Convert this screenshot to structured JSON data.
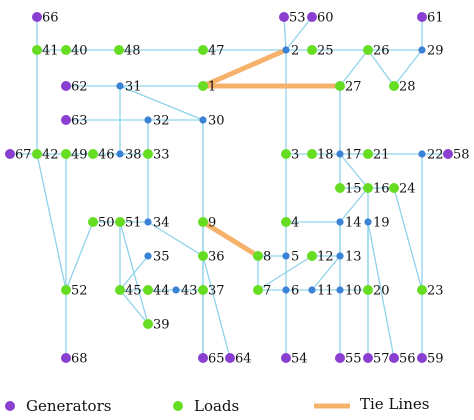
{
  "colors": {
    "generator": "#8a3fd1",
    "load": "#66dd22",
    "junction": "#3a82d6",
    "line": "#8fd3ea",
    "tie": "#f6b26b"
  },
  "legend": {
    "generators": "Generators",
    "loads": "Loads",
    "tie_lines": "Tie Lines"
  },
  "nodes": [
    {
      "id": "1",
      "type": "load"
    },
    {
      "id": "2",
      "type": "junction"
    },
    {
      "id": "3",
      "type": "load"
    },
    {
      "id": "4",
      "type": "load"
    },
    {
      "id": "5",
      "type": "junction"
    },
    {
      "id": "6",
      "type": "junction"
    },
    {
      "id": "7",
      "type": "load"
    },
    {
      "id": "8",
      "type": "load"
    },
    {
      "id": "9",
      "type": "load"
    },
    {
      "id": "10",
      "type": "junction"
    },
    {
      "id": "11",
      "type": "junction"
    },
    {
      "id": "12",
      "type": "load"
    },
    {
      "id": "13",
      "type": "junction"
    },
    {
      "id": "14",
      "type": "junction"
    },
    {
      "id": "15",
      "type": "load"
    },
    {
      "id": "16",
      "type": "load"
    },
    {
      "id": "17",
      "type": "junction"
    },
    {
      "id": "18",
      "type": "load"
    },
    {
      "id": "19",
      "type": "junction"
    },
    {
      "id": "20",
      "type": "load"
    },
    {
      "id": "21",
      "type": "load"
    },
    {
      "id": "22",
      "type": "junction"
    },
    {
      "id": "23",
      "type": "load"
    },
    {
      "id": "24",
      "type": "load"
    },
    {
      "id": "25",
      "type": "load"
    },
    {
      "id": "26",
      "type": "load"
    },
    {
      "id": "27",
      "type": "load"
    },
    {
      "id": "28",
      "type": "load"
    },
    {
      "id": "29",
      "type": "junction"
    },
    {
      "id": "30",
      "type": "junction"
    },
    {
      "id": "31",
      "type": "junction"
    },
    {
      "id": "32",
      "type": "junction"
    },
    {
      "id": "33",
      "type": "load"
    },
    {
      "id": "34",
      "type": "junction"
    },
    {
      "id": "35",
      "type": "junction"
    },
    {
      "id": "36",
      "type": "load"
    },
    {
      "id": "37",
      "type": "load"
    },
    {
      "id": "38",
      "type": "junction"
    },
    {
      "id": "39",
      "type": "load"
    },
    {
      "id": "40",
      "type": "load"
    },
    {
      "id": "41",
      "type": "load"
    },
    {
      "id": "42",
      "type": "load"
    },
    {
      "id": "43",
      "type": "junction"
    },
    {
      "id": "44",
      "type": "load"
    },
    {
      "id": "45",
      "type": "load"
    },
    {
      "id": "46",
      "type": "load"
    },
    {
      "id": "47",
      "type": "load"
    },
    {
      "id": "48",
      "type": "load"
    },
    {
      "id": "49",
      "type": "load"
    },
    {
      "id": "50",
      "type": "load"
    },
    {
      "id": "51",
      "type": "load"
    },
    {
      "id": "52",
      "type": "load"
    },
    {
      "id": "53",
      "type": "generator"
    },
    {
      "id": "54",
      "type": "generator"
    },
    {
      "id": "55",
      "type": "generator"
    },
    {
      "id": "56",
      "type": "generator"
    },
    {
      "id": "57",
      "type": "generator"
    },
    {
      "id": "58",
      "type": "generator"
    },
    {
      "id": "59",
      "type": "generator"
    },
    {
      "id": "60",
      "type": "generator"
    },
    {
      "id": "61",
      "type": "generator"
    },
    {
      "id": "62",
      "type": "generator"
    },
    {
      "id": "63",
      "type": "generator"
    },
    {
      "id": "64",
      "type": "generator"
    },
    {
      "id": "65",
      "type": "generator"
    },
    {
      "id": "66",
      "type": "generator"
    },
    {
      "id": "67",
      "type": "generator"
    },
    {
      "id": "68",
      "type": "generator"
    }
  ],
  "edges": [
    [
      "66",
      "41"
    ],
    [
      "41",
      "42"
    ],
    [
      "42",
      "52"
    ],
    [
      "42",
      "67"
    ],
    [
      "42",
      "49"
    ],
    [
      "49",
      "46"
    ],
    [
      "46",
      "38"
    ],
    [
      "38",
      "33"
    ],
    [
      "49",
      "52"
    ],
    [
      "52",
      "68"
    ],
    [
      "52",
      "50"
    ],
    [
      "50",
      "51"
    ],
    [
      "41",
      "40"
    ],
    [
      "40",
      "48"
    ],
    [
      "48",
      "47"
    ],
    [
      "47",
      "2"
    ],
    [
      "62",
      "31"
    ],
    [
      "31",
      "1"
    ],
    [
      "31",
      "38"
    ],
    [
      "31",
      "30"
    ],
    [
      "63",
      "32"
    ],
    [
      "32",
      "30"
    ],
    [
      "32",
      "33"
    ],
    [
      "33",
      "34"
    ],
    [
      "30",
      "9"
    ],
    [
      "9",
      "65"
    ],
    [
      "9",
      "36"
    ],
    [
      "34",
      "51"
    ],
    [
      "34",
      "36"
    ],
    [
      "36",
      "64"
    ],
    [
      "36",
      "37"
    ],
    [
      "37",
      "43"
    ],
    [
      "37",
      "65"
    ],
    [
      "43",
      "44"
    ],
    [
      "44",
      "45"
    ],
    [
      "45",
      "35"
    ],
    [
      "45",
      "39"
    ],
    [
      "51",
      "45"
    ],
    [
      "51",
      "39"
    ],
    [
      "53",
      "2"
    ],
    [
      "60",
      "2"
    ],
    [
      "2",
      "25"
    ],
    [
      "2",
      "3"
    ],
    [
      "25",
      "26"
    ],
    [
      "26",
      "29"
    ],
    [
      "29",
      "61"
    ],
    [
      "26",
      "27"
    ],
    [
      "26",
      "28"
    ],
    [
      "28",
      "29"
    ],
    [
      "27",
      "17"
    ],
    [
      "3",
      "18"
    ],
    [
      "18",
      "17"
    ],
    [
      "17",
      "21"
    ],
    [
      "21",
      "22"
    ],
    [
      "22",
      "58"
    ],
    [
      "22",
      "23"
    ],
    [
      "23",
      "59"
    ],
    [
      "17",
      "15"
    ],
    [
      "17",
      "16"
    ],
    [
      "15",
      "16"
    ],
    [
      "16",
      "24"
    ],
    [
      "24",
      "23"
    ],
    [
      "16",
      "19"
    ],
    [
      "19",
      "57"
    ],
    [
      "19",
      "56"
    ],
    [
      "19",
      "20"
    ],
    [
      "20",
      "10"
    ],
    [
      "16",
      "14"
    ],
    [
      "14",
      "4"
    ],
    [
      "14",
      "13"
    ],
    [
      "14",
      "55"
    ],
    [
      "13",
      "11"
    ],
    [
      "12",
      "13"
    ],
    [
      "12",
      "7"
    ],
    [
      "3",
      "4"
    ],
    [
      "4",
      "5"
    ],
    [
      "5",
      "8"
    ],
    [
      "5",
      "6"
    ],
    [
      "6",
      "7"
    ],
    [
      "6",
      "54"
    ],
    [
      "6",
      "11"
    ],
    [
      "11",
      "10"
    ],
    [
      "8",
      "7"
    ]
  ],
  "tie_lines": [
    [
      "1",
      "2"
    ],
    [
      "1",
      "27"
    ],
    [
      "9",
      "8"
    ]
  ]
}
